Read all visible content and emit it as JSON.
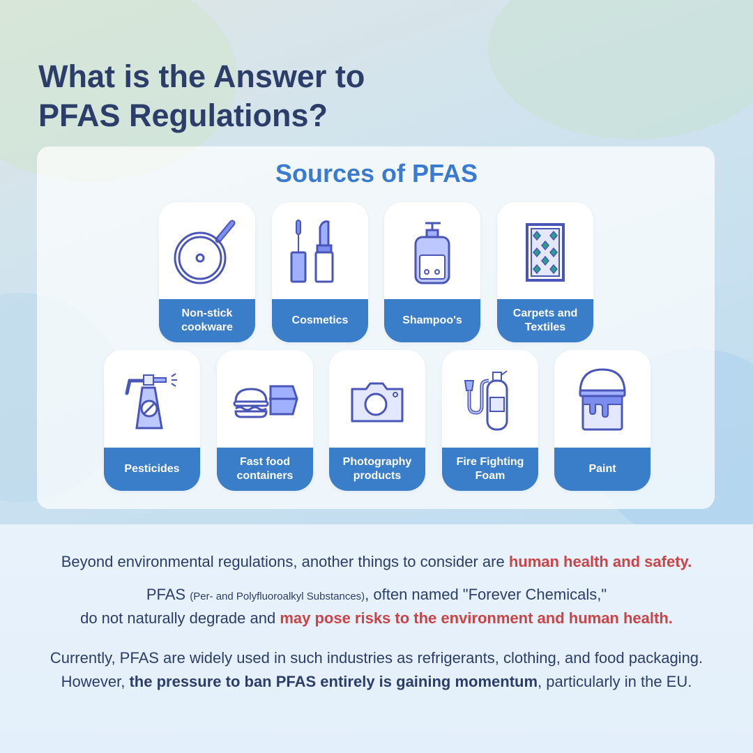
{
  "title": {
    "line1": "What is the Answer to",
    "line2": "PFAS Regulations?"
  },
  "section_title": "Sources of PFAS",
  "sources": [
    {
      "label": "Non-stick cookware",
      "icon": "frying-pan-icon"
    },
    {
      "label": "Cosmetics",
      "icon": "lipstick-mascara-icon"
    },
    {
      "label": "Shampoo's",
      "icon": "shampoo-bottle-icon"
    },
    {
      "label": "Carpets and Textiles",
      "icon": "carpet-icon"
    },
    {
      "label": "Pesticides",
      "icon": "pesticide-sprayer-icon"
    },
    {
      "label": "Fast food containers",
      "icon": "burger-container-icon"
    },
    {
      "label": "Photography products",
      "icon": "camera-icon"
    },
    {
      "label": "Fire Fighting Foam",
      "icon": "fire-extinguisher-icon"
    },
    {
      "label": "Paint",
      "icon": "paint-bucket-icon"
    }
  ],
  "body": {
    "p1_a": "Beyond environmental regulations, another things to consider are ",
    "p1_b": "human health and safety.",
    "p2_a": "PFAS ",
    "p2_b": "(Per- and Polyfluoroalkyl Substances)",
    "p2_c": ", often named \"Forever Chemicals,\"",
    "p2_d": "do not naturally degrade and ",
    "p2_e": "may pose risks to the environment and human health.",
    "p3_a": "Currently, PFAS are widely used in such industries as refrigerants, clothing, and food packaging.",
    "p3_b": "However, ",
    "p3_c": "the pressure to ban PFAS entirely is gaining momentum",
    "p3_d": ", particularly in the EU."
  },
  "colors": {
    "accent": "#3a7dc9",
    "title": "#2b3d68",
    "highlight": "#c94449"
  }
}
